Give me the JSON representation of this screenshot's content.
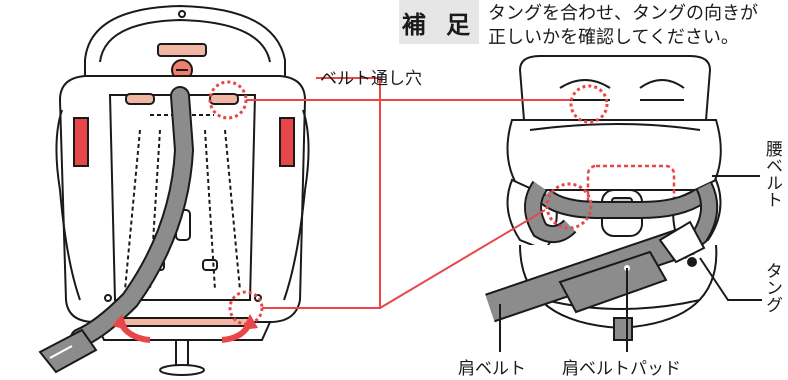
{
  "note": {
    "badge": "補 足",
    "line1": "タングを合わせ、タングの向きが",
    "line2": "正しいかを確認してください。"
  },
  "labels": {
    "belt_hole": "ベルト通し穴",
    "lap_belt": "腰ベルト",
    "tongue": "タング",
    "shoulder_belt": "肩ベルト",
    "shoulder_pad": "肩ベルトパッド"
  },
  "colors": {
    "callout_line": "#e8474a",
    "marker": "#e8474a",
    "belt": "#8c8c8c",
    "outline": "#1a1a1a",
    "badge_bg": "#e6e6e6"
  }
}
